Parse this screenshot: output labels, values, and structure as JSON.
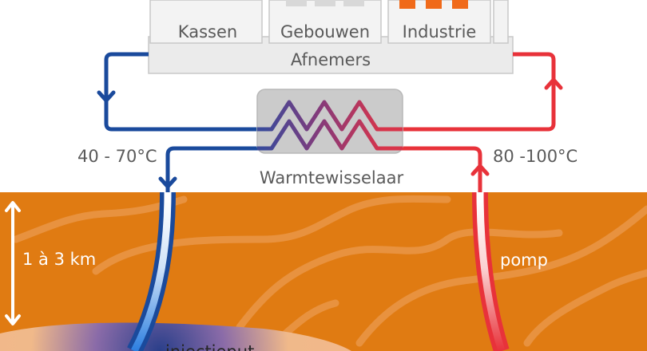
{
  "consumers": {
    "title": "Afnemers",
    "items": [
      "Kassen",
      "Gebouwen",
      "Industrie"
    ]
  },
  "heat_exchanger": {
    "label": "Warmtewisselaar"
  },
  "temperatures": {
    "return": "40 - 70°C",
    "supply": "80 -100°C"
  },
  "depth": {
    "label": "1 à 3 km"
  },
  "pump": {
    "label": "pomp"
  },
  "injection": {
    "label": "injectieput"
  },
  "colors": {
    "cold": "#1a4a9c",
    "hot": "#e8323a",
    "earth": "#e07b12",
    "building": "#ebebeb",
    "exchanger": "#cbcbcb"
  }
}
